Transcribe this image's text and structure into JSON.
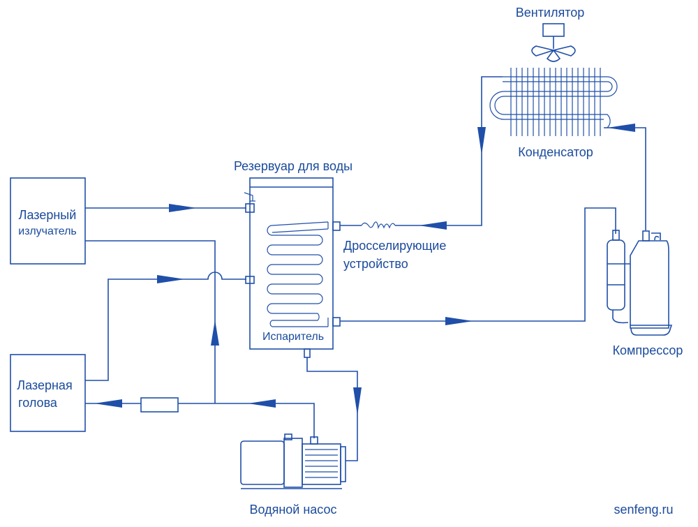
{
  "colors": {
    "line": "#1f4fa8",
    "text": "#1a4a9c",
    "background": "#ffffff"
  },
  "labels": {
    "fan": "Вентилятор",
    "condenser": "Конденсатор",
    "tank": "Резервуар для воды",
    "laser_emitter_1": "Лазерный",
    "laser_emitter_2": "излучатель",
    "throttle_1": "Дросселирующие",
    "throttle_2": "устройство",
    "evaporator": "Испаритель",
    "compressor": "Компрессор",
    "laser_head_1": "Лазерная",
    "laser_head_2": "голова",
    "pump": "Водяной насос",
    "watermark": "senfeng.ru"
  }
}
